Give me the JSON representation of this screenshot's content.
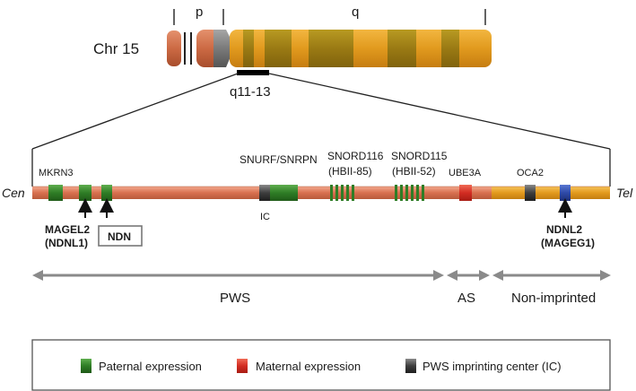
{
  "chromosome": {
    "name": "Chr 15",
    "p_label": "p",
    "q_label": "q",
    "band_label": "q11-13"
  },
  "region": {
    "centromere_end": "Cen",
    "telomere_end": "Tel"
  },
  "genes_above": {
    "mkrn3": "MKRN3",
    "snurf": "SNURF/SNRPN",
    "snord116": "SNORD116",
    "snord116_alt": "(HBII-85)",
    "snord115": "SNORD115",
    "snord115_alt": "(HBII-52)",
    "ube3a": "UBE3A",
    "oca2": "OCA2"
  },
  "genes_below": {
    "ic": "IC",
    "magel2": "MAGEL2",
    "magel2_alt": "(NDNL1)",
    "ndn": "NDN",
    "ndnl2": "NDNL2",
    "ndnl2_alt": "(MAGEG1)"
  },
  "domains": {
    "pws": "PWS",
    "as": "AS",
    "nonimprinted": "Non-imprinted"
  },
  "legend": {
    "paternal": "Paternal expression",
    "maternal": "Maternal expression",
    "ic": "PWS imprinting center (IC)"
  },
  "colors": {
    "paternal": "#3a8a2e",
    "maternal": "#d8322a",
    "imprinting_center": "#3a3a3a",
    "chromosome_orange": "#e8a02a",
    "chromosome_dark": "#a08018",
    "p_arm": "#d27a55",
    "region_pws": "#e07a5f",
    "region_nonimprinted": "#e9a32d",
    "ndnl2": "#2f4aa8",
    "arrow_gray": "#8a8a8a"
  }
}
